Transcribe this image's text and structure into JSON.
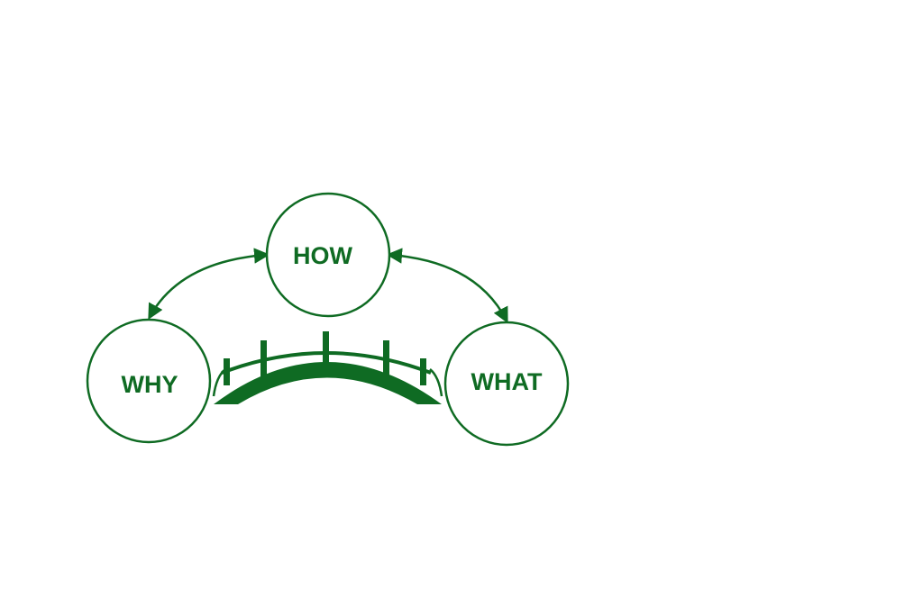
{
  "diagram": {
    "nodes": {
      "how": {
        "label": "HOW"
      },
      "why": {
        "label": "WHY"
      },
      "what": {
        "label": "WHAT"
      }
    },
    "edges": [
      {
        "from": "how",
        "to": "why",
        "direction": "bidirectional"
      },
      {
        "from": "how",
        "to": "what",
        "direction": "bidirectional"
      }
    ],
    "icons": [
      "bridge-icon"
    ],
    "colors": {
      "primary": "#0f6b23"
    }
  }
}
